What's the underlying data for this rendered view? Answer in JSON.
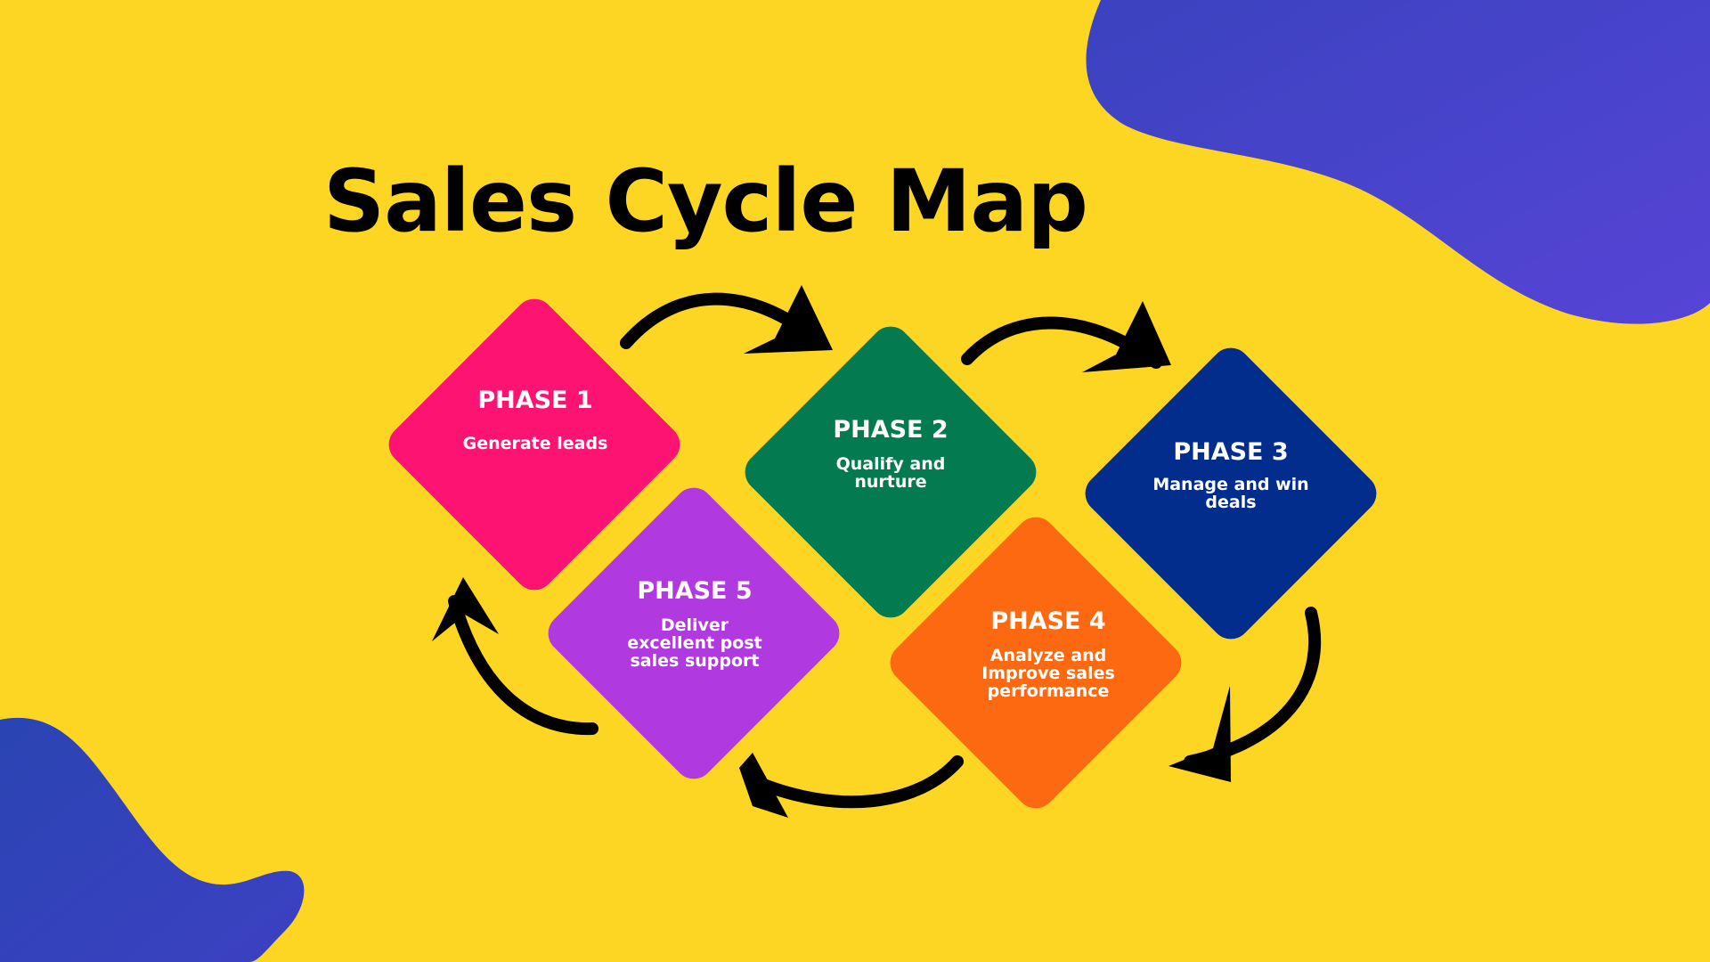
{
  "title": "Sales Cycle Map",
  "colors": {
    "background": "#fdd523",
    "blob": "#4a3fcf",
    "phase1": "#fd1472",
    "phase2": "#037a4f",
    "phase3": "#032d8d",
    "phase4": "#fd6910",
    "phase5": "#b03ae0",
    "arrows": "#000000"
  },
  "phases": [
    {
      "label": "PHASE 1",
      "description": "Generate leads"
    },
    {
      "label": "PHASE 2",
      "description": "Qualify and\nnurture"
    },
    {
      "label": "PHASE 3",
      "description": "Manage and win\ndeals"
    },
    {
      "label": "PHASE 4",
      "description": "Analyze and\nImprove sales\nperformance"
    },
    {
      "label": "PHASE 5",
      "description": "Deliver\nexcellent post\nsales support"
    }
  ]
}
